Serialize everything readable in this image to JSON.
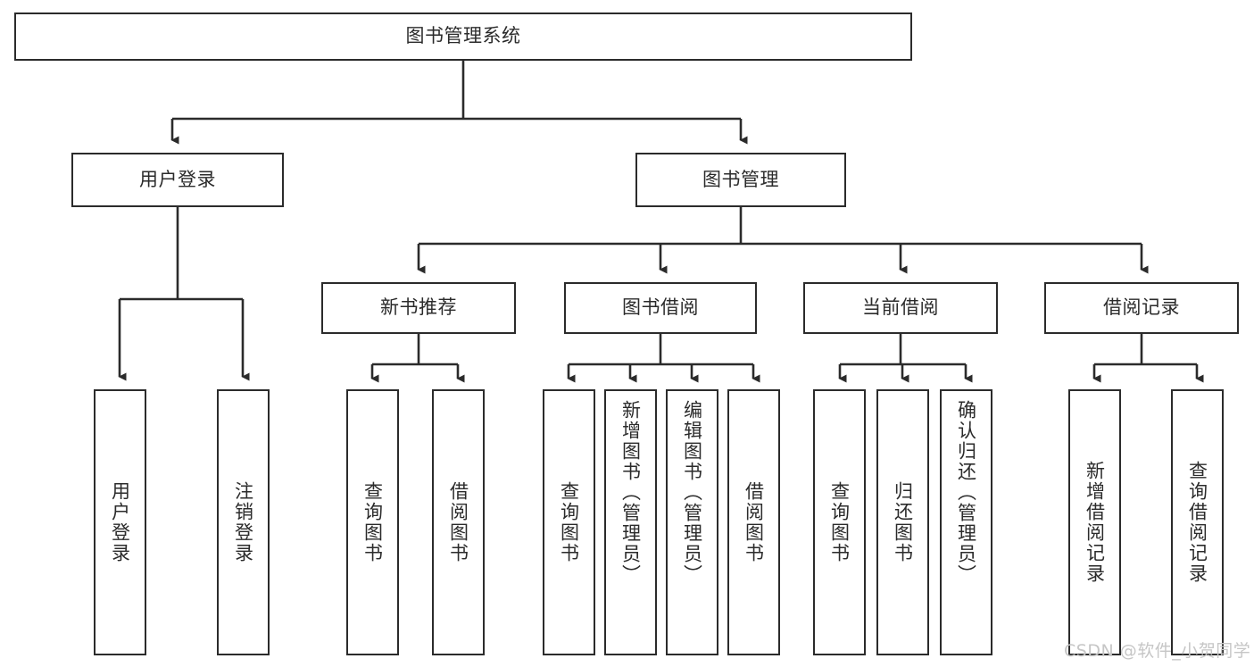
{
  "diagram": {
    "type": "tree-hierarchy",
    "title": "图书管理系统",
    "watermark": "CSDN @软件_小贺同学",
    "colors": {
      "box_border": "#2b2b2b",
      "box_fill": "#ffffff",
      "connector": "#2b2b2b",
      "text": "#2b2b2b",
      "watermark": "#c6c6c6",
      "background": "#ffffff"
    },
    "nodes": {
      "root": {
        "label": "图书管理系统",
        "level": 0
      },
      "user_login": {
        "label": "用户登录",
        "level": 1
      },
      "book_manage": {
        "label": "图书管理",
        "level": 1
      },
      "new_book_rec": {
        "label": "新书推荐",
        "level": 2
      },
      "book_borrow": {
        "label": "图书借阅",
        "level": 2
      },
      "current_borrow": {
        "label": "当前借阅",
        "level": 2
      },
      "borrow_record": {
        "label": "借阅记录",
        "level": 2
      },
      "leaf_user_login": {
        "label": "用户登录",
        "level": 3
      },
      "leaf_logout": {
        "label": "注销登录",
        "level": 3
      },
      "leaf_query_book_1": {
        "label": "查询图书",
        "level": 3
      },
      "leaf_borrow_book_1": {
        "label": "借阅图书",
        "level": 3
      },
      "leaf_query_book_2": {
        "label": "查询图书",
        "level": 3
      },
      "leaf_add_book": {
        "label": "新增图书（管理员）",
        "level": 3
      },
      "leaf_edit_book": {
        "label": "编辑图书（管理员）",
        "level": 3
      },
      "leaf_borrow_book_2": {
        "label": "借阅图书",
        "level": 3
      },
      "leaf_query_book_3": {
        "label": "查询图书",
        "level": 3
      },
      "leaf_return_book": {
        "label": "归还图书",
        "level": 3
      },
      "leaf_confirm_return": {
        "label": "确认归还（管理员）",
        "level": 3
      },
      "leaf_add_record": {
        "label": "新增借阅记录",
        "level": 3
      },
      "leaf_query_record": {
        "label": "查询借阅记录",
        "level": 3
      }
    },
    "edges": [
      {
        "from": "root",
        "to": "user_login"
      },
      {
        "from": "root",
        "to": "book_manage"
      },
      {
        "from": "user_login",
        "to": "leaf_user_login"
      },
      {
        "from": "user_login",
        "to": "leaf_logout"
      },
      {
        "from": "book_manage",
        "to": "new_book_rec"
      },
      {
        "from": "book_manage",
        "to": "book_borrow"
      },
      {
        "from": "book_manage",
        "to": "current_borrow"
      },
      {
        "from": "book_manage",
        "to": "borrow_record"
      },
      {
        "from": "new_book_rec",
        "to": "leaf_query_book_1"
      },
      {
        "from": "new_book_rec",
        "to": "leaf_borrow_book_1"
      },
      {
        "from": "book_borrow",
        "to": "leaf_query_book_2"
      },
      {
        "from": "book_borrow",
        "to": "leaf_add_book"
      },
      {
        "from": "book_borrow",
        "to": "leaf_edit_book"
      },
      {
        "from": "book_borrow",
        "to": "leaf_borrow_book_2"
      },
      {
        "from": "current_borrow",
        "to": "leaf_query_book_3"
      },
      {
        "from": "current_borrow",
        "to": "leaf_return_book"
      },
      {
        "from": "current_borrow",
        "to": "leaf_confirm_return"
      },
      {
        "from": "borrow_record",
        "to": "leaf_add_record"
      },
      {
        "from": "borrow_record",
        "to": "leaf_query_record"
      }
    ]
  }
}
